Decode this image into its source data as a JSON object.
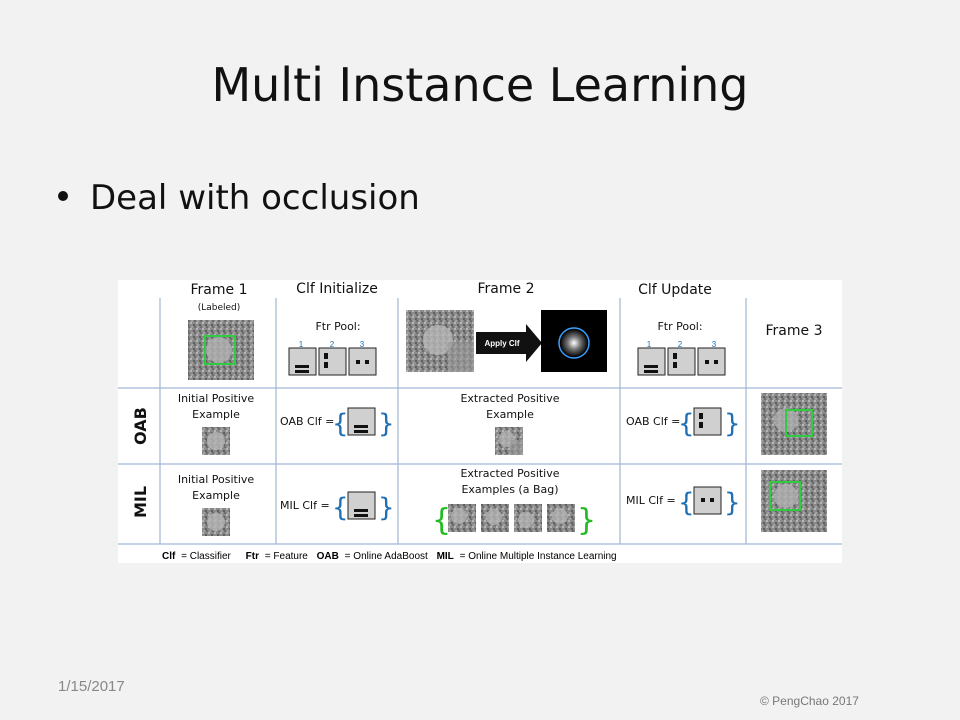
{
  "slide": {
    "title": "Multi Instance Learning",
    "bullet": "Deal with occlusion",
    "date": "1/15/2017",
    "copyright": "© PengChao 2017"
  },
  "figure": {
    "headers": {
      "frame1": "Frame 1",
      "frame1_sub": "(Labeled)",
      "clf_init": "Clf Initialize",
      "frame2": "Frame 2",
      "clf_update": "Clf Update",
      "frame3": "Frame 3"
    },
    "ftr_pool_label": "Ftr Pool:",
    "pool_numbers": [
      "1",
      "2",
      "3"
    ],
    "apply_clf": "Apply Clf",
    "rows": {
      "oab": "OAB",
      "mil": "MIL"
    },
    "cells": {
      "oab_initial": [
        "Initial Positive",
        "Example"
      ],
      "mil_initial": [
        "Initial Positive",
        "Example"
      ],
      "oab_clf_init": "OAB Clf =",
      "mil_clf_init": "MIL Clf =",
      "oab_extracted": [
        "Extracted Positive",
        "Example"
      ],
      "mil_extracted": [
        "Extracted Positive",
        "Examples (a Bag)"
      ],
      "oab_clf_update": "OAB Clf =",
      "mil_clf_update": "MIL Clf ="
    },
    "legend": {
      "clf_key": "Clf",
      "clf_val": "= Classifier",
      "ftr_key": "Ftr",
      "ftr_val": "= Feature",
      "oab_key": "OAB",
      "oab_val": "= Online AdaBoost",
      "mil_key": "MIL",
      "mil_val": "= Online Multiple Instance Learning"
    },
    "colors": {
      "grid": "#9fb7d3",
      "brace_blue": "#1f6fb5",
      "brace_green": "#22bb22",
      "box_green": "#2ecc40"
    }
  }
}
